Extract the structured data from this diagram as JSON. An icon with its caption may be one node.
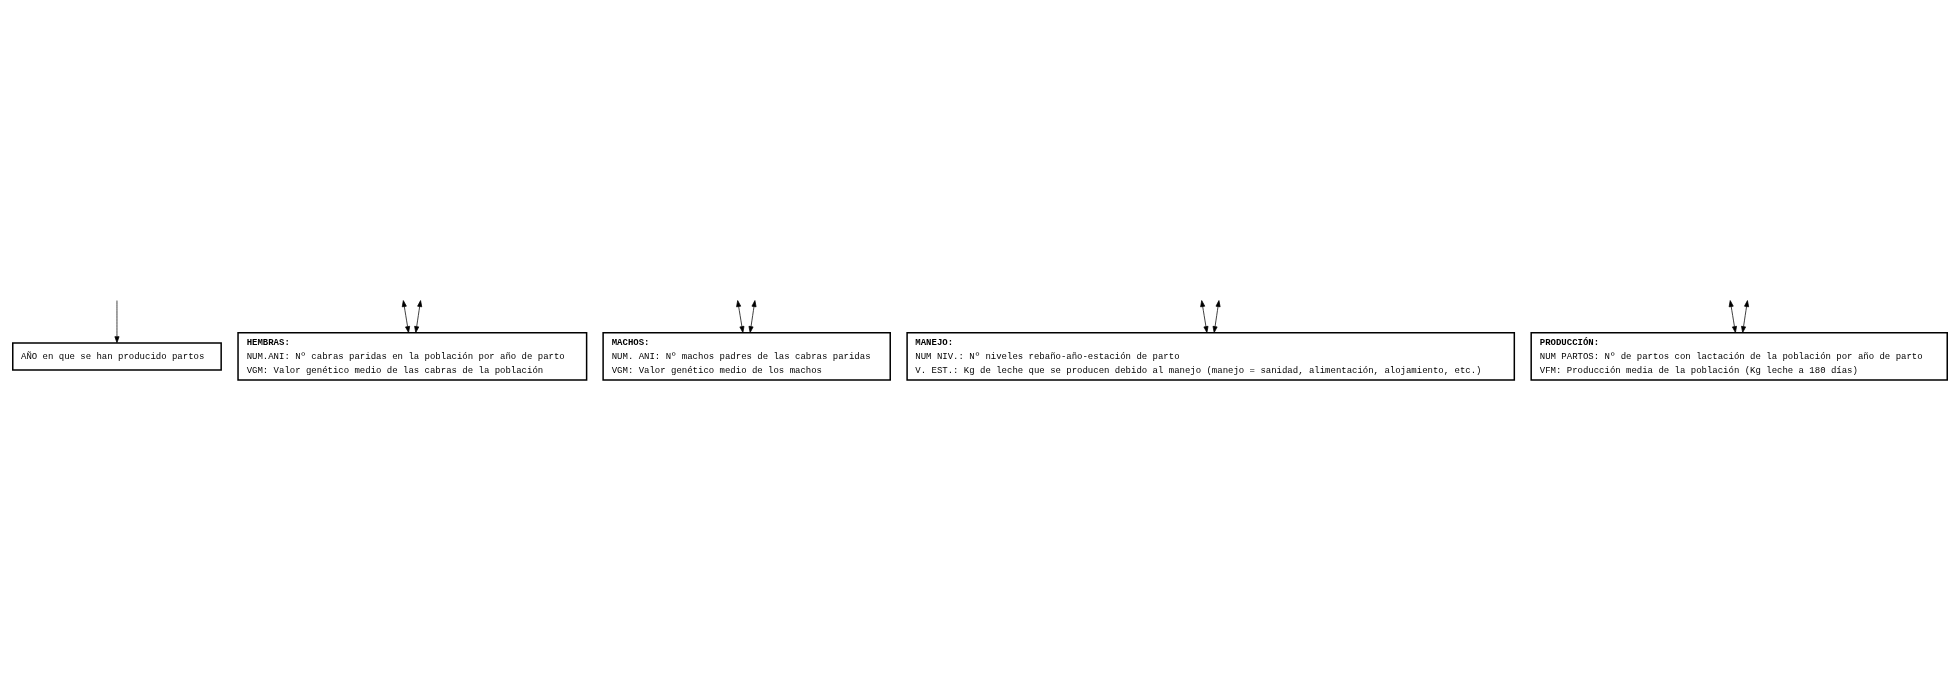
{
  "diagram": {
    "nodes": [
      {
        "text": [
          "AÑO en que se han producido partos"
        ]
      },
      {
        "text": [
          "HEMBRAS:",
          "NUM.ANI: Nº cabras paridas en la población por año de parto",
          "VGM: Valor genético medio de las cabras de la población"
        ]
      },
      {
        "text": [
          "MACHOS:",
          "NUM. ANI: Nº machos padres de las cabras paridas",
          "VGM: Valor genético medio de los machos"
        ]
      },
      {
        "text": [
          "MANEJO:",
          "NUM NIV.: Nº niveles rebaño-año-estación de parto",
          "V. EST.: Kg de leche que se producen debido al manejo (manejo = sanidad, alimentación, alojamiento, etc.)"
        ]
      },
      {
        "text": [
          "PRODUCCIÓN:",
          "NUM PARTOS: Nº de partos con lactación de la población por año de parto",
          "VFM: Producción media de la población (Kg leche a 180 días)"
        ]
      }
    ],
    "edges": [
      {
        "from": null,
        "to": 0,
        "arrow": "to"
      },
      {
        "from": 1,
        "to": null,
        "arrow": "both"
      },
      {
        "from": 1,
        "to": null,
        "arrow": "both"
      },
      {
        "from": 2,
        "to": null,
        "arrow": "both"
      },
      {
        "from": 2,
        "to": null,
        "arrow": "both"
      },
      {
        "from": 3,
        "to": null,
        "arrow": "both"
      },
      {
        "from": 3,
        "to": null,
        "arrow": "both"
      },
      {
        "from": 4,
        "to": null,
        "arrow": "both"
      },
      {
        "from": 4,
        "to": null,
        "arrow": "both"
      }
    ]
  }
}
